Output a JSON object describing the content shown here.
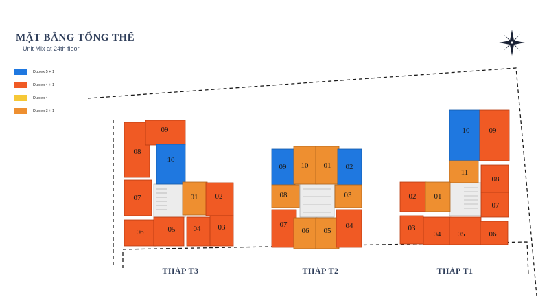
{
  "header": {
    "title": "MẶT BẰNG TỔNG THỂ",
    "subtitle": "Unit Mix at 24th floor"
  },
  "legend": [
    {
      "label": "Duplex 5 + 1",
      "color": "#1f78e0"
    },
    {
      "label": "Duplex 4 + 1",
      "color": "#f05a24"
    },
    {
      "label": "Duplex 4",
      "color": "#f6c836"
    },
    {
      "label": "Duplex 3 + 1",
      "color": "#ee8f30"
    }
  ],
  "colors": {
    "blue": "#1f78e0",
    "red": "#f05a24",
    "orange": "#ee8f30",
    "core": "#ececec",
    "line": "#1a1a1a"
  },
  "compass": {
    "icon": "compass-star-icon"
  },
  "towers": [
    {
      "label": "THÁP T3",
      "units": [
        "01",
        "02",
        "03",
        "04",
        "05",
        "06",
        "07",
        "08",
        "09",
        "10"
      ]
    },
    {
      "label": "THÁP T2",
      "units": [
        "01",
        "02",
        "03",
        "04",
        "05",
        "06",
        "07",
        "08",
        "09",
        "10"
      ]
    },
    {
      "label": "THÁP T1",
      "units": [
        "01",
        "02",
        "03",
        "04",
        "05",
        "06",
        "07",
        "08",
        "09",
        "10",
        "11"
      ]
    }
  ]
}
